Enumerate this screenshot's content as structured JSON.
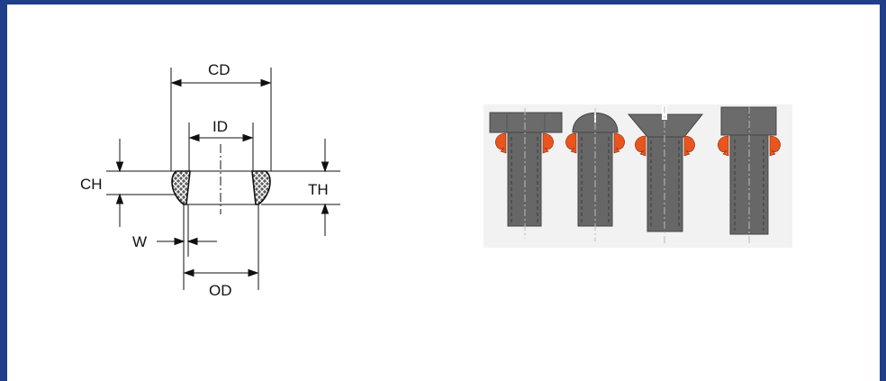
{
  "colors": {
    "frame": "#1f3f8a",
    "line": "#111111",
    "seal_fill": "#666666",
    "bolt_body": "#676767",
    "seal_accent": "#e8551e"
  },
  "seal_diagram": {
    "labels": {
      "cd": "CD",
      "id": "ID",
      "ch": "CH",
      "th": "TH",
      "w": "W",
      "od": "OD"
    }
  },
  "fastener_types": [
    "hex-head-bolt",
    "round-head-screw",
    "countersunk-screw",
    "socket-head-cap-screw"
  ]
}
